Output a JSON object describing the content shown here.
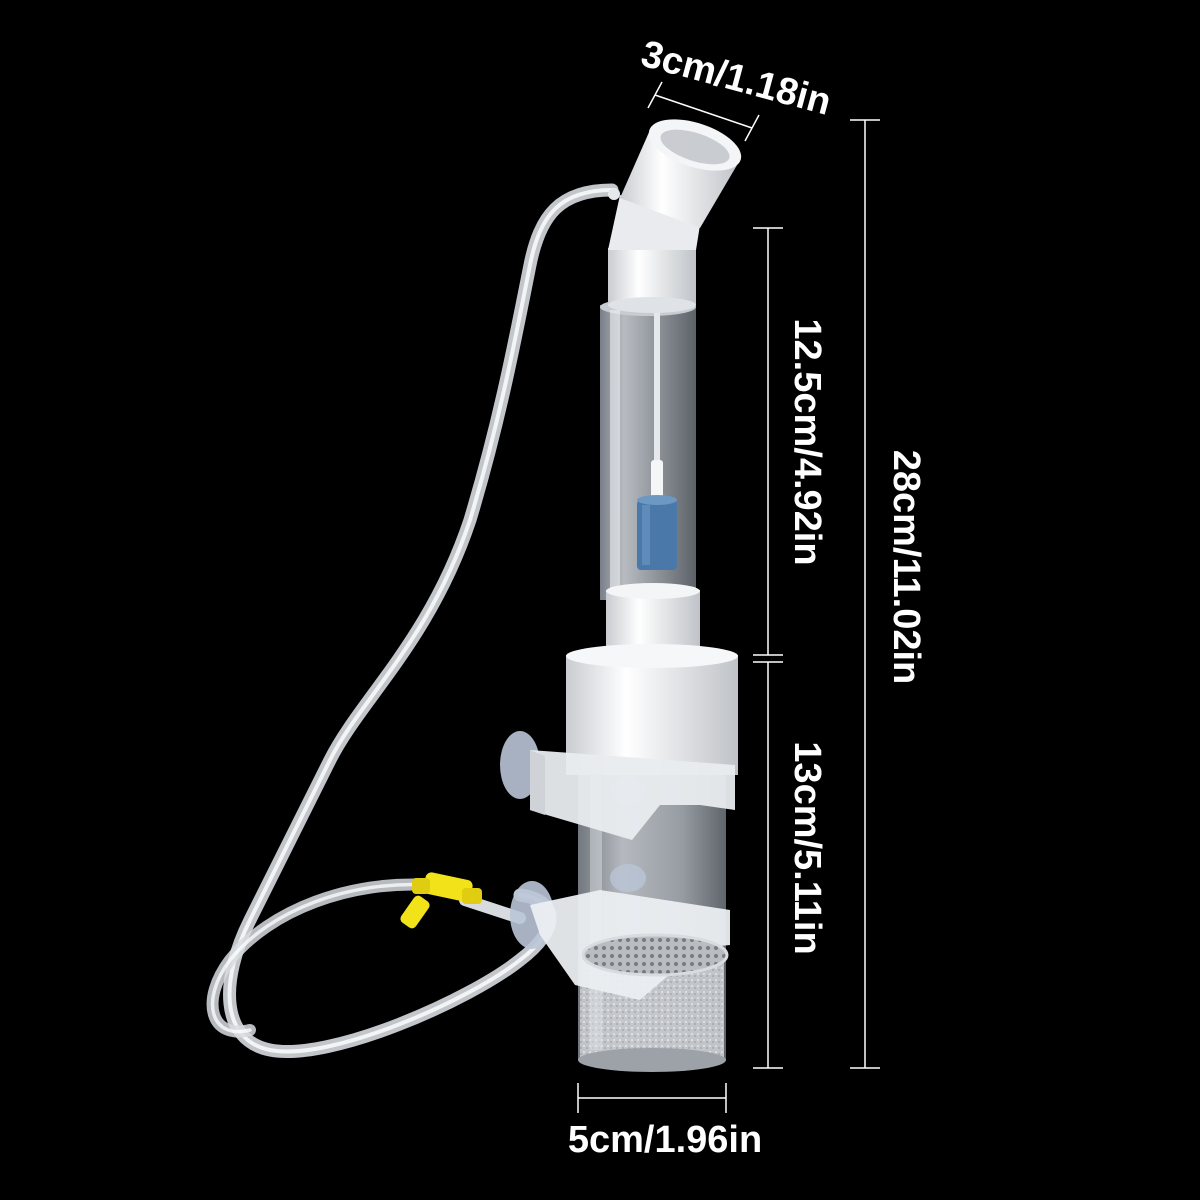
{
  "dimensions": {
    "top_width": "3cm/1.18in",
    "upper_height": "12.5cm/4.92in",
    "total_height": "28cm/11.02in",
    "lower_height": "13cm/5.11in",
    "bottom_width": "5cm/1.96in"
  },
  "colors": {
    "background": "#000000",
    "label": "#ffffff",
    "valve": "#f2e21a",
    "air_stone": "#4a78a8",
    "plastic": "#f2f2f2"
  }
}
